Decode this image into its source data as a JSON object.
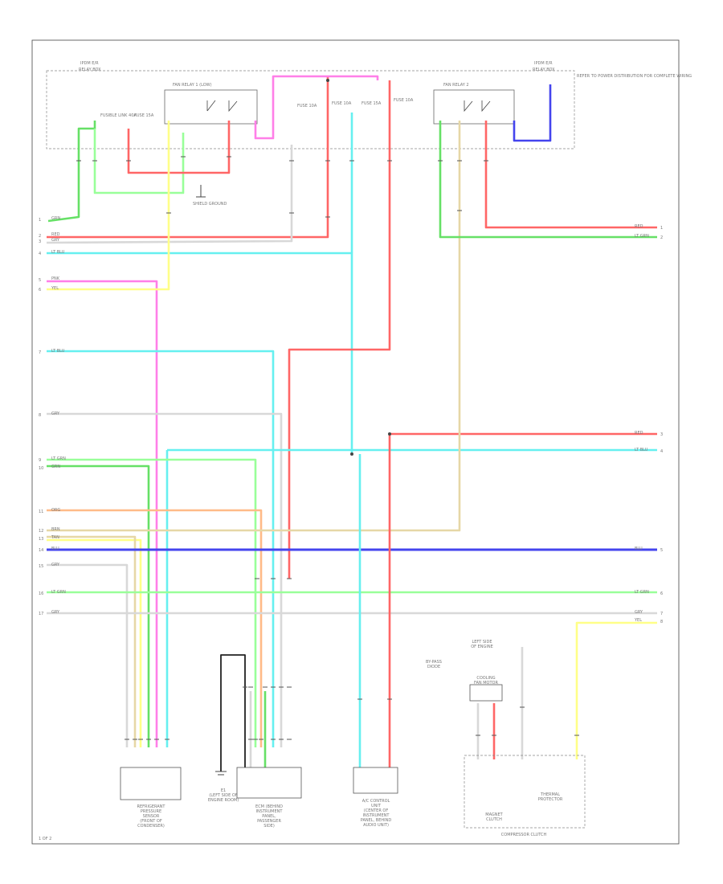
{
  "page": {
    "number": "1 OF 2"
  },
  "relay_box": {
    "left_block_label": "IPDM E/R",
    "left_block_sub": "RELAY BOX",
    "right_block_label": "IPDM E/R",
    "right_block_sub": "RELAY BOX",
    "relay_left_label": "FAN RELAY 1 (LOW)",
    "relay_right_label": "FAN RELAY 2",
    "fuses": [
      {
        "label": "FUSIBLE LINK 40A"
      },
      {
        "label": "FUSE 15A"
      },
      {
        "label": "FUSE 10A"
      },
      {
        "label": "FUSE 10A"
      },
      {
        "label": "FUSE 15A"
      },
      {
        "label": "FUSE 10A"
      }
    ],
    "right_note": "REFER TO POWER DISTRIBUTION FOR COMPLETE WIRING"
  },
  "ground": {
    "label": "SHIELD GROUND"
  },
  "wires": {
    "left_labels": [
      {
        "text": "GRN",
        "n": "1"
      },
      {
        "text": "RED",
        "n": "2"
      },
      {
        "text": "GRY",
        "n": "3"
      },
      {
        "text": "LT BLU",
        "n": "4"
      },
      {
        "text": "PNK",
        "n": "5"
      },
      {
        "text": "YEL",
        "n": "6"
      },
      {
        "text": "LT BLU",
        "n": "7"
      },
      {
        "text": "GRY",
        "n": "8"
      },
      {
        "text": "LT GRN",
        "n": "9"
      },
      {
        "text": "GRN",
        "n": "10"
      },
      {
        "text": "ORG",
        "n": "11"
      },
      {
        "text": "BRN",
        "n": "12"
      },
      {
        "text": "TAN",
        "n": "13"
      },
      {
        "text": "BLU",
        "n": "14"
      },
      {
        "text": "GRY",
        "n": "15"
      },
      {
        "text": "LT GRN",
        "n": "16"
      },
      {
        "text": "GRY",
        "n": "17"
      }
    ],
    "right_labels": [
      {
        "text": "RED",
        "n": "1"
      },
      {
        "text": "LT GRN",
        "n": "2"
      },
      {
        "text": "RED",
        "n": "3"
      },
      {
        "text": "LT BLU",
        "n": "4"
      },
      {
        "text": "BLU",
        "n": "5"
      },
      {
        "text": "LT GRN",
        "n": "6"
      },
      {
        "text": "GRY",
        "n": "7"
      },
      {
        "text": "YEL",
        "n": "8"
      }
    ]
  },
  "components": {
    "sensor1": {
      "lines": [
        "REFRIGERANT",
        "PRESSURE",
        "SENSOR",
        "(FRONT OF",
        "CONDENSER)"
      ]
    },
    "ground2": {
      "lines": [
        "E1",
        "(LEFT SIDE OF",
        "ENGINE ROOM)"
      ]
    },
    "ecm": {
      "lines": [
        "ECM (BEHIND",
        "INSTRUMENT",
        "PANEL,",
        "PASSENGER",
        "SIDE)"
      ]
    },
    "ac_control": {
      "lines": [
        "A/C CONTROL",
        "UNIT",
        "(CENTER OF",
        "INSTRUMENT",
        "PANEL, BEHIND",
        "AUDIO UNIT)"
      ]
    },
    "compressor": {
      "lines": [
        "COMPRESSOR CLUTCH"
      ]
    },
    "cooling_fan": {
      "lines": [
        "COOLING",
        "FAN MOTOR"
      ]
    },
    "magnet_clutch": {
      "lines": [
        "MAGNET",
        "CLUTCH"
      ]
    },
    "thermal_protector": {
      "lines": [
        "THERMAL",
        "PROTECTOR"
      ]
    },
    "by_pass": {
      "lines": [
        "BY-PASS",
        "DIODE"
      ]
    },
    "left_note": {
      "lines": [
        "LEFT SIDE",
        "OF ENGINE"
      ]
    }
  },
  "colors": {
    "red": "#ff6666",
    "pink": "#ff7fe8",
    "green": "#66e066",
    "ltgreen": "#99ff99",
    "yellow": "#ffff88",
    "cyan": "#66f0f0",
    "blue": "#4444ee",
    "gray": "#d8d8d8",
    "orange": "#ffbb88",
    "tan": "#e6d7a6",
    "black": "#000000"
  }
}
